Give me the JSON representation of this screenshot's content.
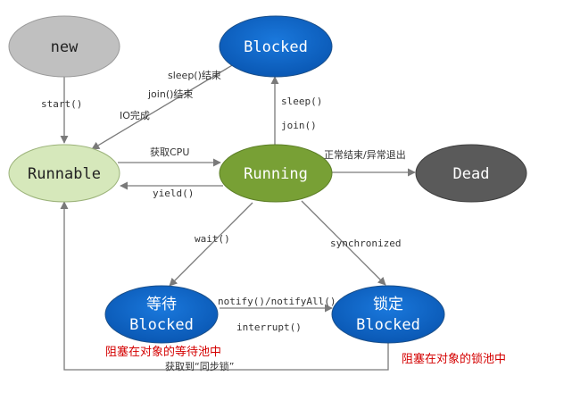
{
  "colors": {
    "new": "#bfbfbf",
    "blocked": "#0a63c4",
    "runnable": "#d5e6b8",
    "running": "#78a035",
    "dead": "#595959",
    "note": "#d40000",
    "edge": "#7a7a7a"
  },
  "nodes": {
    "new": "new",
    "blocked": "Blocked",
    "runnable": "Runnable",
    "running": "Running",
    "dead": "Dead",
    "wait_line1": "等待",
    "wait_line2": "Blocked",
    "lock_line1": "锁定",
    "lock_line2": "Blocked"
  },
  "edges": {
    "start": "start()",
    "sleep_end": "sleep()结束",
    "join_end": "join()结束",
    "io_done": "IO完成",
    "get_cpu": "获取CPU",
    "yield": "yield()",
    "sleep": "sleep()",
    "join": "join()",
    "normal_end": "正常结束/异常退出",
    "wait": "wait()",
    "synchronized": "synchronized",
    "notify": "notify()/notifyAll()",
    "interrupt": "interrupt()",
    "get_lock": "获取到“同步锁”"
  },
  "notes": {
    "wait_pool": "阻塞在对象的等待池中",
    "lock_pool": "阻塞在对象的锁池中"
  }
}
